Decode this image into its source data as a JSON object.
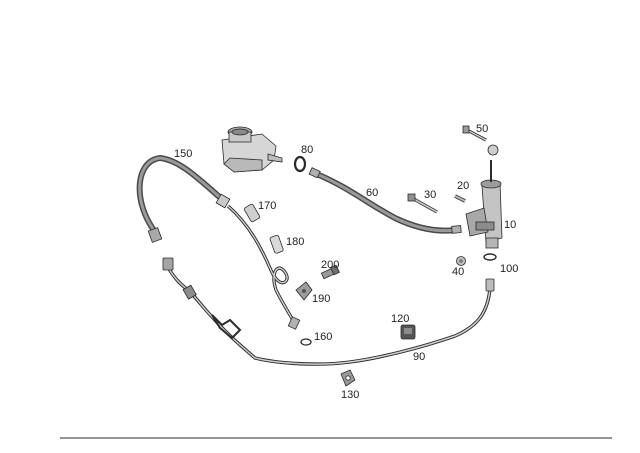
{
  "colors": {
    "line": "#2b2b2b",
    "part_light": "#d6d6d6",
    "part_mid": "#a9a9a9",
    "part_dark": "#6b6b6b",
    "hose_inner": "#9a9a9a",
    "bottom_rule": "#555555"
  },
  "callouts": {
    "c10": "10",
    "c20": "20",
    "c30": "30",
    "c40": "40",
    "c50": "50",
    "c60": "60",
    "c80": "80",
    "c90": "90",
    "c100": "100",
    "c120": "120",
    "c130": "130",
    "c150": "150",
    "c160": "160",
    "c170": "170",
    "c180": "180",
    "c190": "190",
    "c200": "200"
  }
}
